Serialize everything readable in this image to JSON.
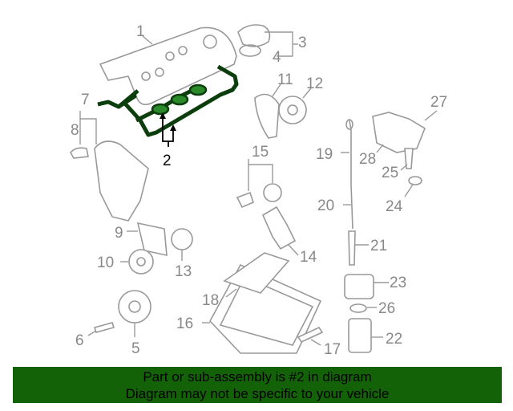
{
  "diagram": {
    "highlighted_part": "2",
    "callouts": {
      "c1": "1",
      "c2": "2",
      "c3": "3",
      "c4": "4",
      "c5": "5",
      "c6": "6",
      "c7": "7",
      "c8": "8",
      "c9": "9",
      "c10": "10",
      "c11": "11",
      "c12": "12",
      "c13": "13",
      "c14": "14",
      "c15": "15",
      "c16": "16",
      "c17": "17",
      "c18": "18",
      "c19": "19",
      "c20": "20",
      "c21": "21",
      "c22": "22",
      "c23": "23",
      "c24": "24",
      "c25": "25",
      "c26": "26",
      "c27": "27",
      "c28": "28"
    },
    "colors": {
      "highlight": "#2a8a2a",
      "banner": "#136208",
      "line": "#999999"
    }
  },
  "banner": {
    "line1": "Part or sub-assembly is #2 in diagram",
    "line2": "Diagram may not be specific to your vehicle"
  }
}
